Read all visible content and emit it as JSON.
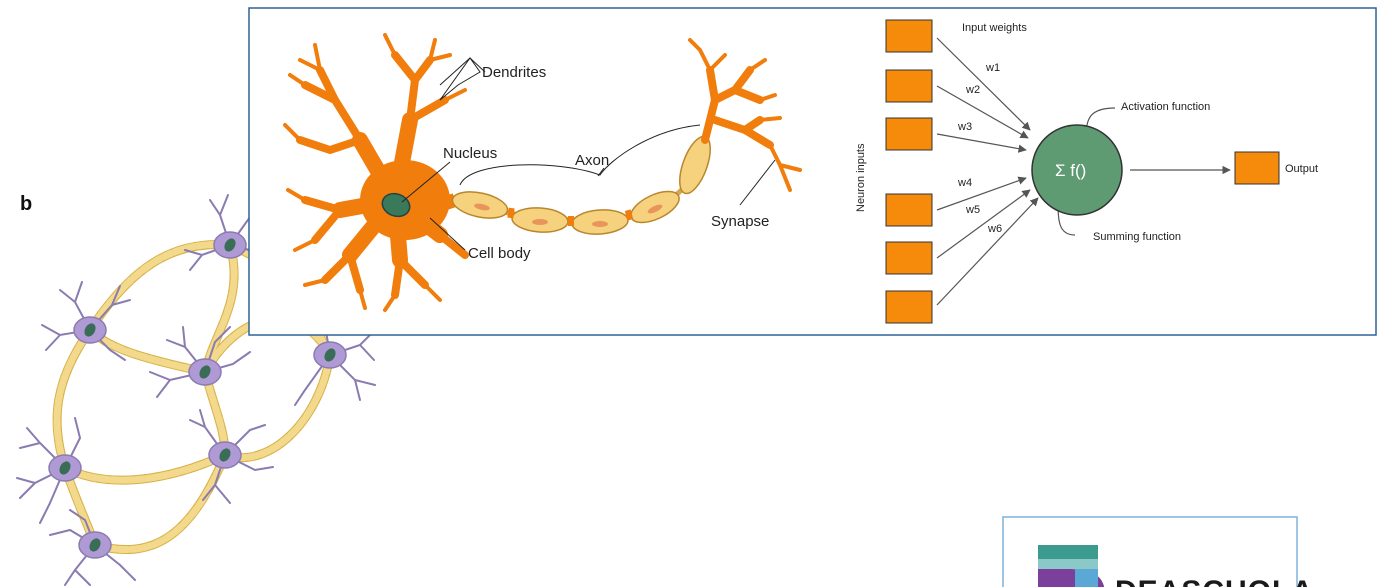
{
  "panel_marker": "b",
  "biology": {
    "dendrites": "Dendrites",
    "nucleus": "Nucleus",
    "axon": "Axon",
    "cell_body": "Cell body",
    "synapse": "Synapse"
  },
  "model": {
    "input_weights": "Input weights",
    "neuron_inputs": "Neuron inputs",
    "weights": [
      "w1",
      "w2",
      "w3",
      "w4",
      "w5",
      "w6"
    ],
    "activation": "Activation function",
    "summing": "Summing function",
    "node_text": "Σ  f()",
    "output": "Output"
  },
  "logo": {
    "text": "DEASCUOLA"
  },
  "colors": {
    "neuron_orange": "#f07d0c",
    "axon_sheath": "#f6d27e",
    "input_box": "#f58a0b",
    "node_green": "#5f9b72",
    "network_cell": "#b09ad6",
    "frame_blue": "#2f6497",
    "logo_green": "#3a9b8e",
    "logo_purple": "#7b3f9c"
  }
}
